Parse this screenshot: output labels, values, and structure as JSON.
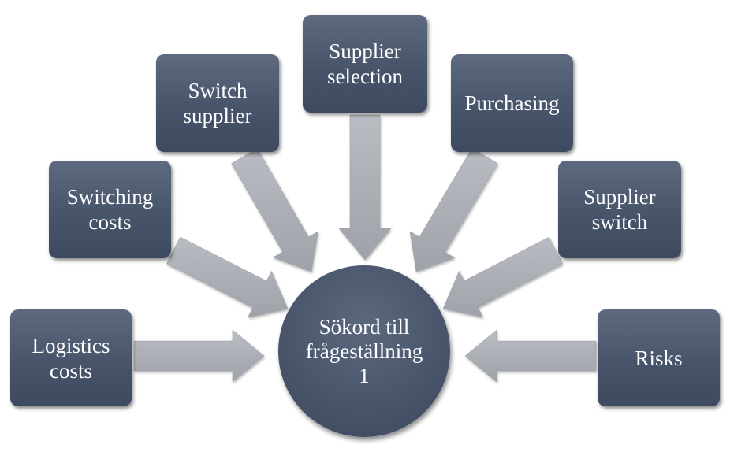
{
  "center": {
    "label": "Sökord till\nfrågeställning\n1"
  },
  "nodes": [
    {
      "id": "logistics-costs",
      "label": "Logistics\ncosts"
    },
    {
      "id": "switching-costs",
      "label": "Switching\ncosts"
    },
    {
      "id": "switch-supplier",
      "label": "Switch\nsupplier"
    },
    {
      "id": "supplier-selection",
      "label": "Supplier\nselection"
    },
    {
      "id": "purchasing",
      "label": "Purchasing"
    },
    {
      "id": "supplier-switch",
      "label": "Supplier\nswitch"
    },
    {
      "id": "risks",
      "label": "Risks"
    }
  ],
  "colors": {
    "node_fill": "#47546a",
    "arrow_fill": "#a9adb4",
    "text": "#ffffff"
  }
}
